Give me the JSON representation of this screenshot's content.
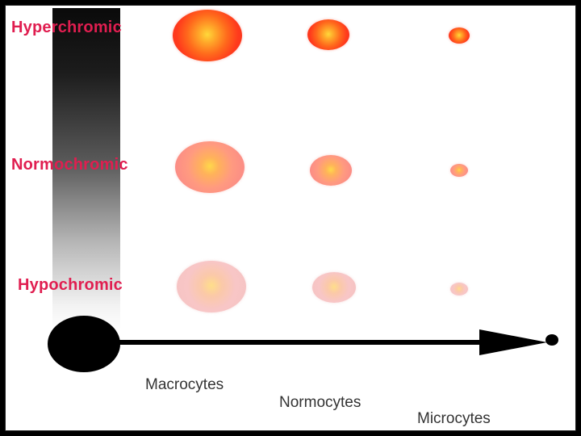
{
  "rows": {
    "hyper": "Hyperchromic",
    "normo": "Normochromic",
    "hypo": "Hypochromic"
  },
  "columns": {
    "macro": "Macrocytes",
    "normo": "Normocytes",
    "micro": "Microcytes"
  },
  "colors": {
    "row_label": "#e01e50",
    "hyperchromic_cell": "#f5311f",
    "normochromic_cell": "#f88b86",
    "hypochromic_cell": "#f3bcbc"
  }
}
